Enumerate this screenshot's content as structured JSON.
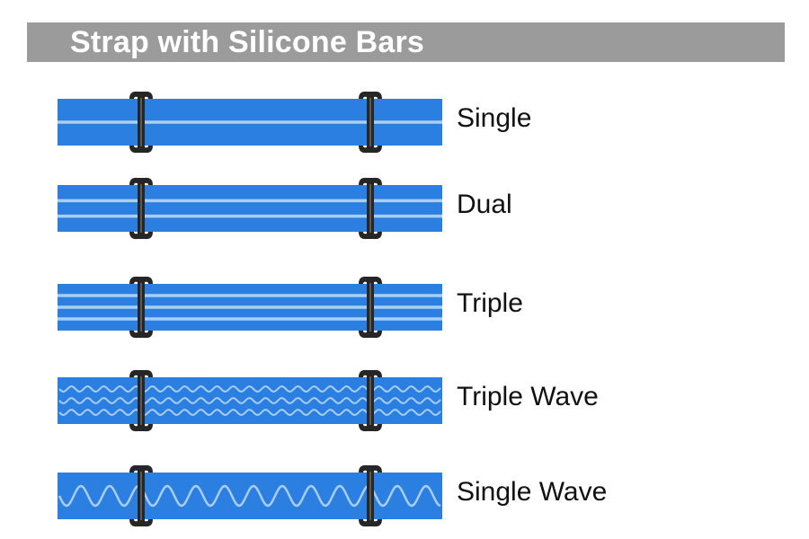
{
  "title": "Strap with Silicone Bars",
  "colors": {
    "strap": "#2a7fe0",
    "stripe": "#a9cdf3",
    "buckle": "#262626",
    "title_bar": "#9b9b9b"
  },
  "straps": [
    {
      "label": "Single",
      "pattern": "straight",
      "lines": 1
    },
    {
      "label": "Dual",
      "pattern": "straight",
      "lines": 2
    },
    {
      "label": "Triple",
      "pattern": "straight",
      "lines": 3
    },
    {
      "label": "Triple Wave",
      "pattern": "wave",
      "lines": 3
    },
    {
      "label": "Single Wave",
      "pattern": "wave",
      "lines": 1
    }
  ]
}
